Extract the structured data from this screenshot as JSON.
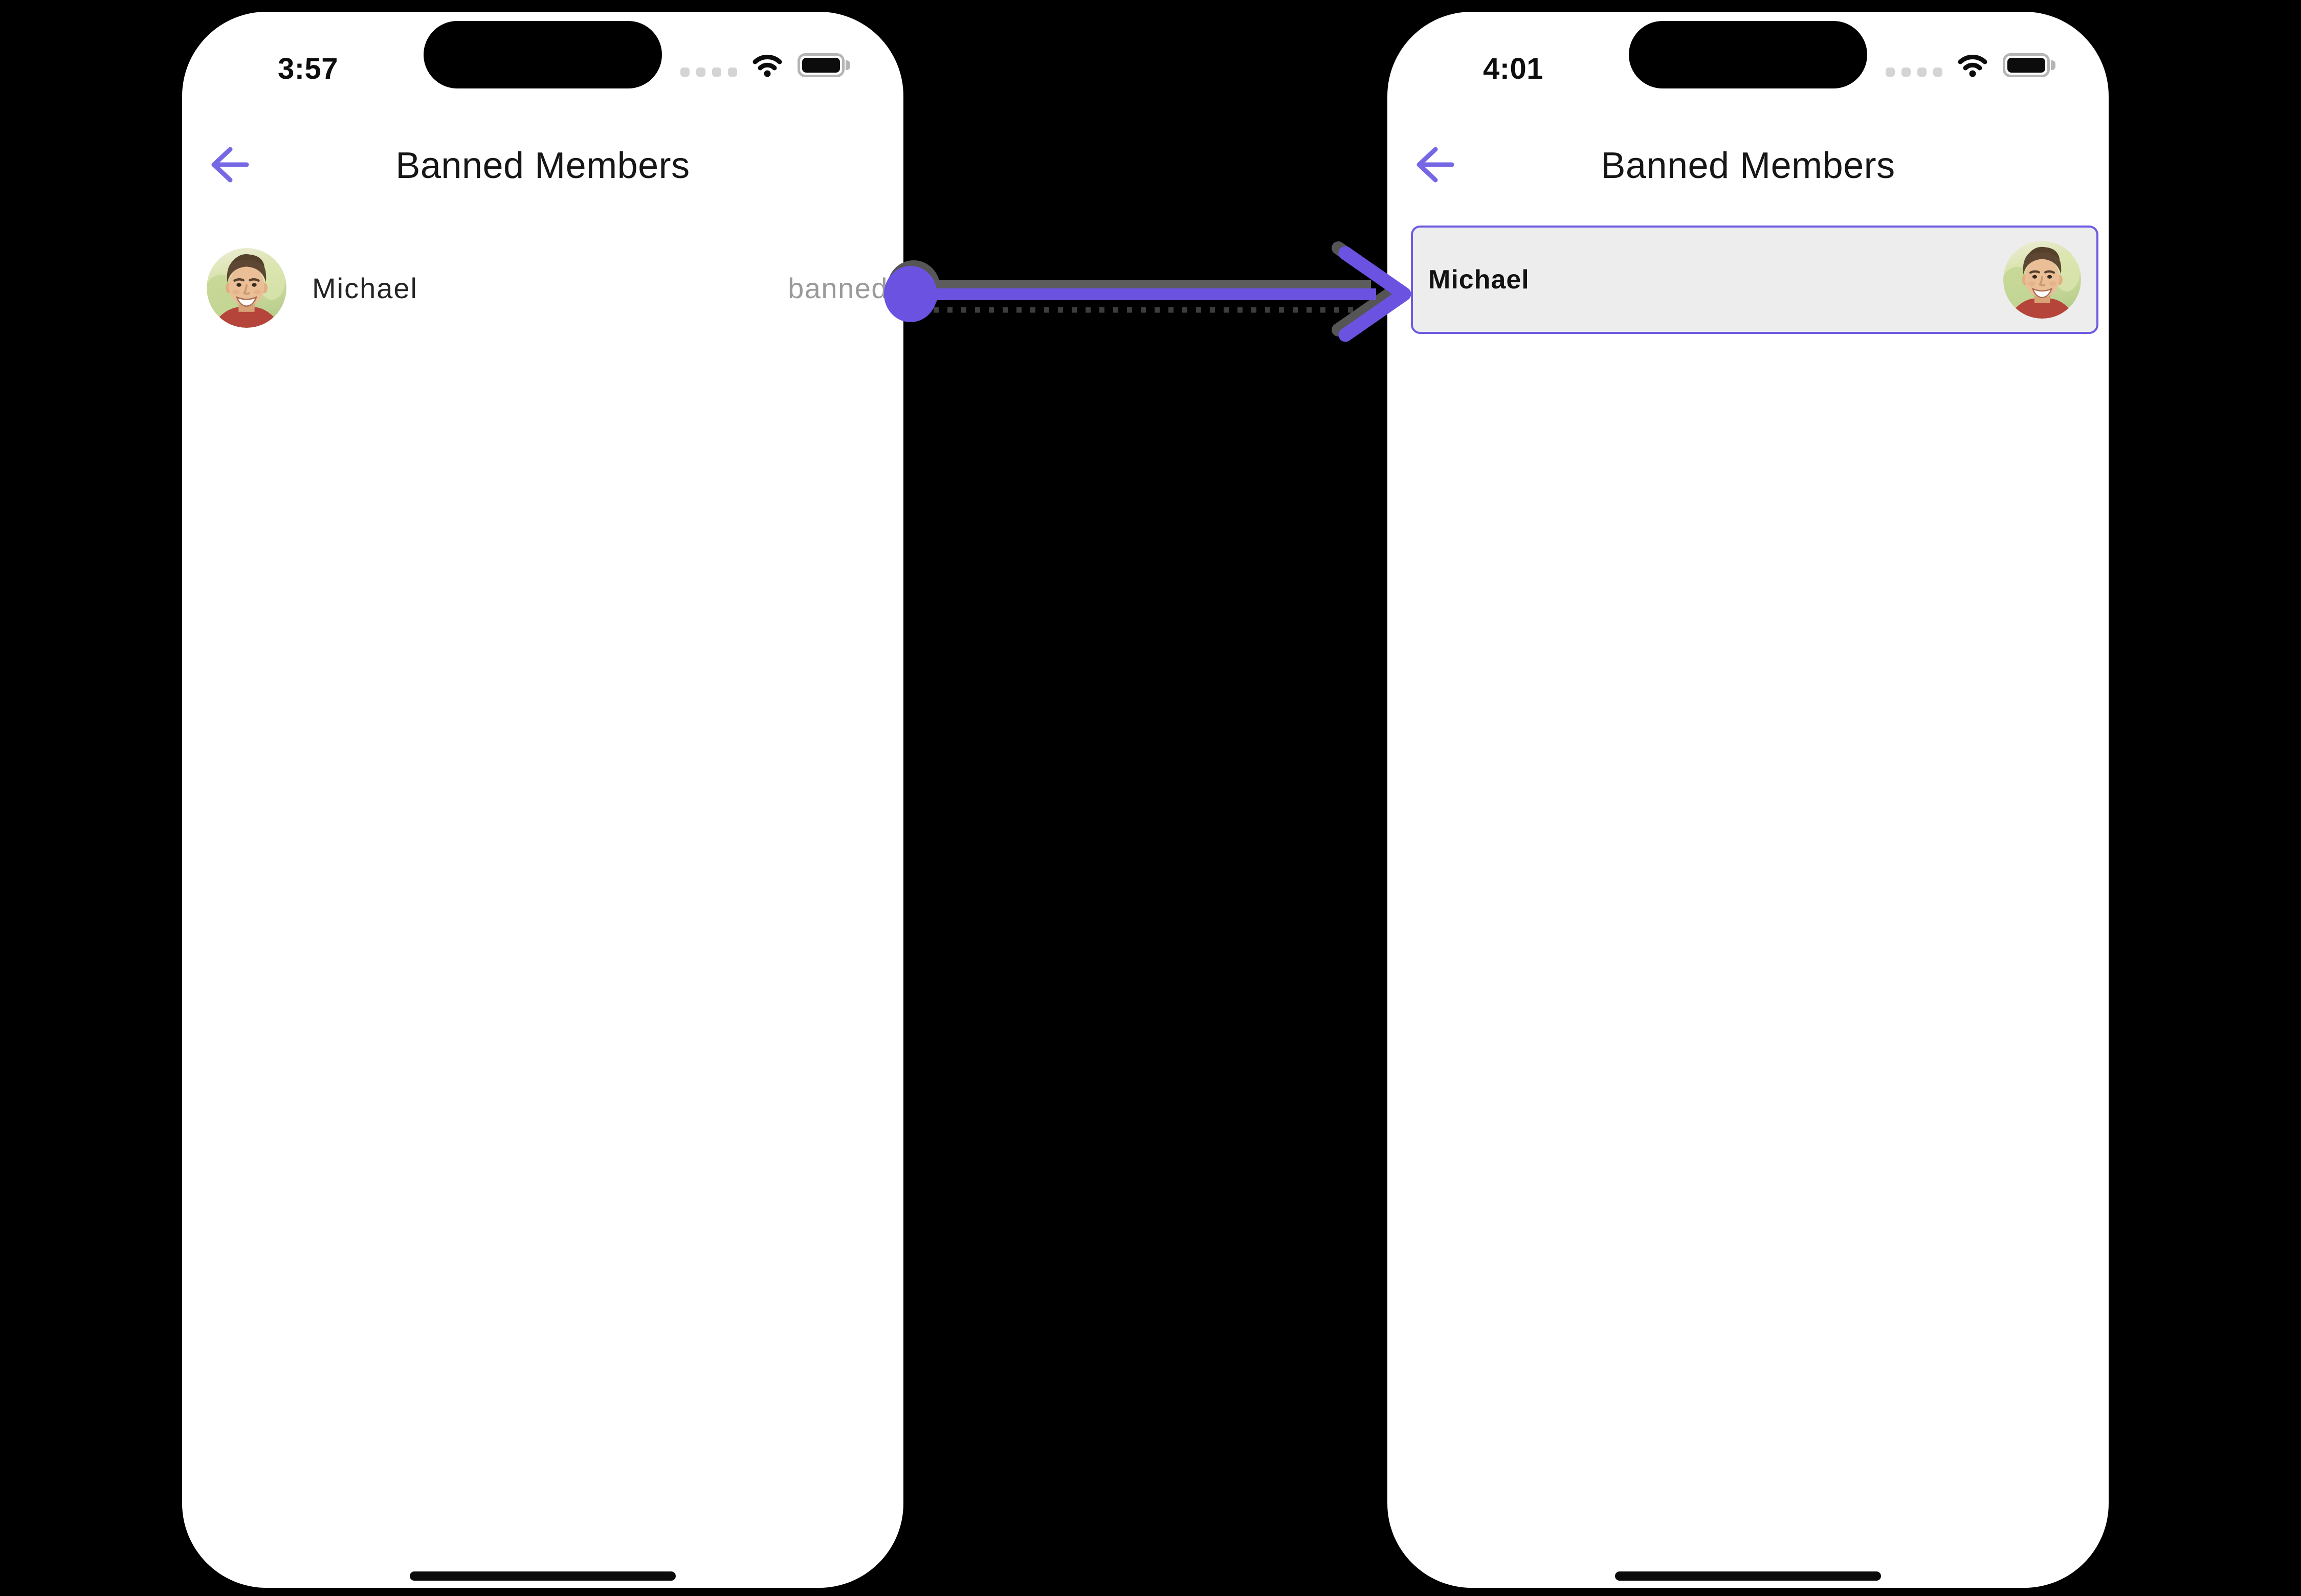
{
  "left_phone": {
    "status_bar": {
      "time": "3:57"
    },
    "header": {
      "title": "Banned Members"
    },
    "member_row": {
      "name": "Michael",
      "status_label": "banned"
    }
  },
  "right_phone": {
    "status_bar": {
      "time": "4:01"
    },
    "header": {
      "title": "Banned Members"
    },
    "member_card": {
      "name": "Michael"
    }
  },
  "annotation": {
    "type": "arrow",
    "direction": "left-to-right",
    "from": "banned member row",
    "to": "banned member card"
  },
  "colors": {
    "page_background": "#000000",
    "phone_background": "#FFFFFF",
    "accent_purple": "#6B52E0",
    "back_arrow_purple": "#7668E5",
    "card_background": "#EDEDED",
    "card_border": "#6D5BE2",
    "banned_text_gray": "#9A9A9A",
    "title_text": "#161616"
  }
}
